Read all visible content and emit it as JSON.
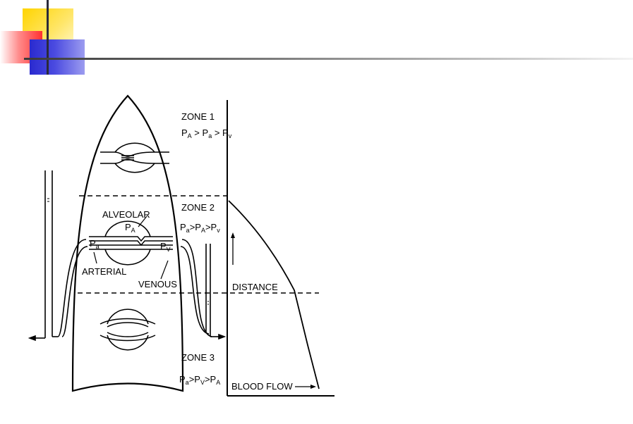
{
  "zones": {
    "zone1": {
      "title": "ZONE 1",
      "relation": [
        "P",
        "A",
        " > P",
        "a",
        " > P",
        "v"
      ]
    },
    "zone2": {
      "title": "ZONE 2",
      "relation": [
        "P",
        "a",
        ">P",
        "A",
        ">P",
        "v"
      ]
    },
    "zone3": {
      "title": "ZONE 3",
      "relation": [
        "P",
        "a",
        ">P",
        "V",
        ">P",
        "A"
      ]
    }
  },
  "labels": {
    "alveolar": "ALVEOLAR",
    "alveolar_symbol": [
      "P",
      "A"
    ],
    "arterial": "ARTERIAL",
    "arterial_symbol": [
      "P",
      "a"
    ],
    "venous": "VENOUS",
    "venous_symbol": [
      "P",
      "V"
    ],
    "distance": "DISTANCE",
    "blood_flow": "BLOOD FLOW"
  }
}
